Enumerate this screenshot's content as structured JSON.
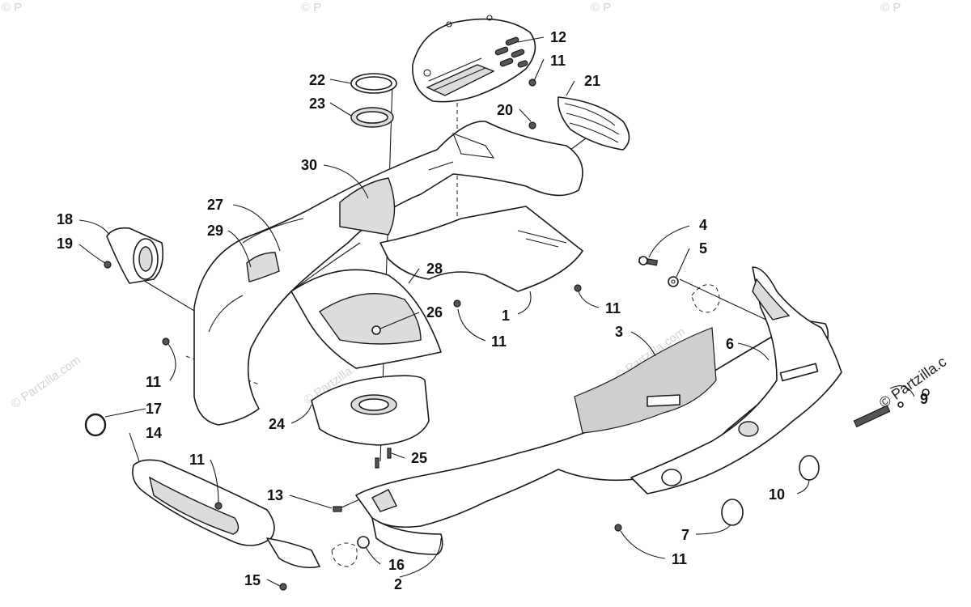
{
  "watermarks": {
    "corner_text": "© P",
    "diagonal_text": "© Partzilla.com",
    "edge_text": "© Partzilla.c"
  },
  "callouts": [
    {
      "id": "c1",
      "label": "1"
    },
    {
      "id": "c2",
      "label": "2"
    },
    {
      "id": "c3",
      "label": "3"
    },
    {
      "id": "c4",
      "label": "4"
    },
    {
      "id": "c5",
      "label": "5"
    },
    {
      "id": "c6",
      "label": "6"
    },
    {
      "id": "c7",
      "label": "7"
    },
    {
      "id": "c9",
      "label": "9"
    },
    {
      "id": "c10",
      "label": "10"
    },
    {
      "id": "c11a",
      "label": "11"
    },
    {
      "id": "c11b",
      "label": "11"
    },
    {
      "id": "c11c",
      "label": "11"
    },
    {
      "id": "c11d",
      "label": "11"
    },
    {
      "id": "c11e",
      "label": "11"
    },
    {
      "id": "c11f",
      "label": "11"
    },
    {
      "id": "c12",
      "label": "12"
    },
    {
      "id": "c13",
      "label": "13"
    },
    {
      "id": "c14",
      "label": "14"
    },
    {
      "id": "c15",
      "label": "15"
    },
    {
      "id": "c16",
      "label": "16"
    },
    {
      "id": "c17",
      "label": "17"
    },
    {
      "id": "c18",
      "label": "18"
    },
    {
      "id": "c19",
      "label": "19"
    },
    {
      "id": "c20",
      "label": "20"
    },
    {
      "id": "c21",
      "label": "21"
    },
    {
      "id": "c22",
      "label": "22"
    },
    {
      "id": "c23",
      "label": "23"
    },
    {
      "id": "c24",
      "label": "24"
    },
    {
      "id": "c25",
      "label": "25"
    },
    {
      "id": "c26",
      "label": "26"
    },
    {
      "id": "c27",
      "label": "27"
    },
    {
      "id": "c28",
      "label": "28"
    },
    {
      "id": "c29",
      "label": "29"
    },
    {
      "id": "c30",
      "label": "30"
    }
  ]
}
